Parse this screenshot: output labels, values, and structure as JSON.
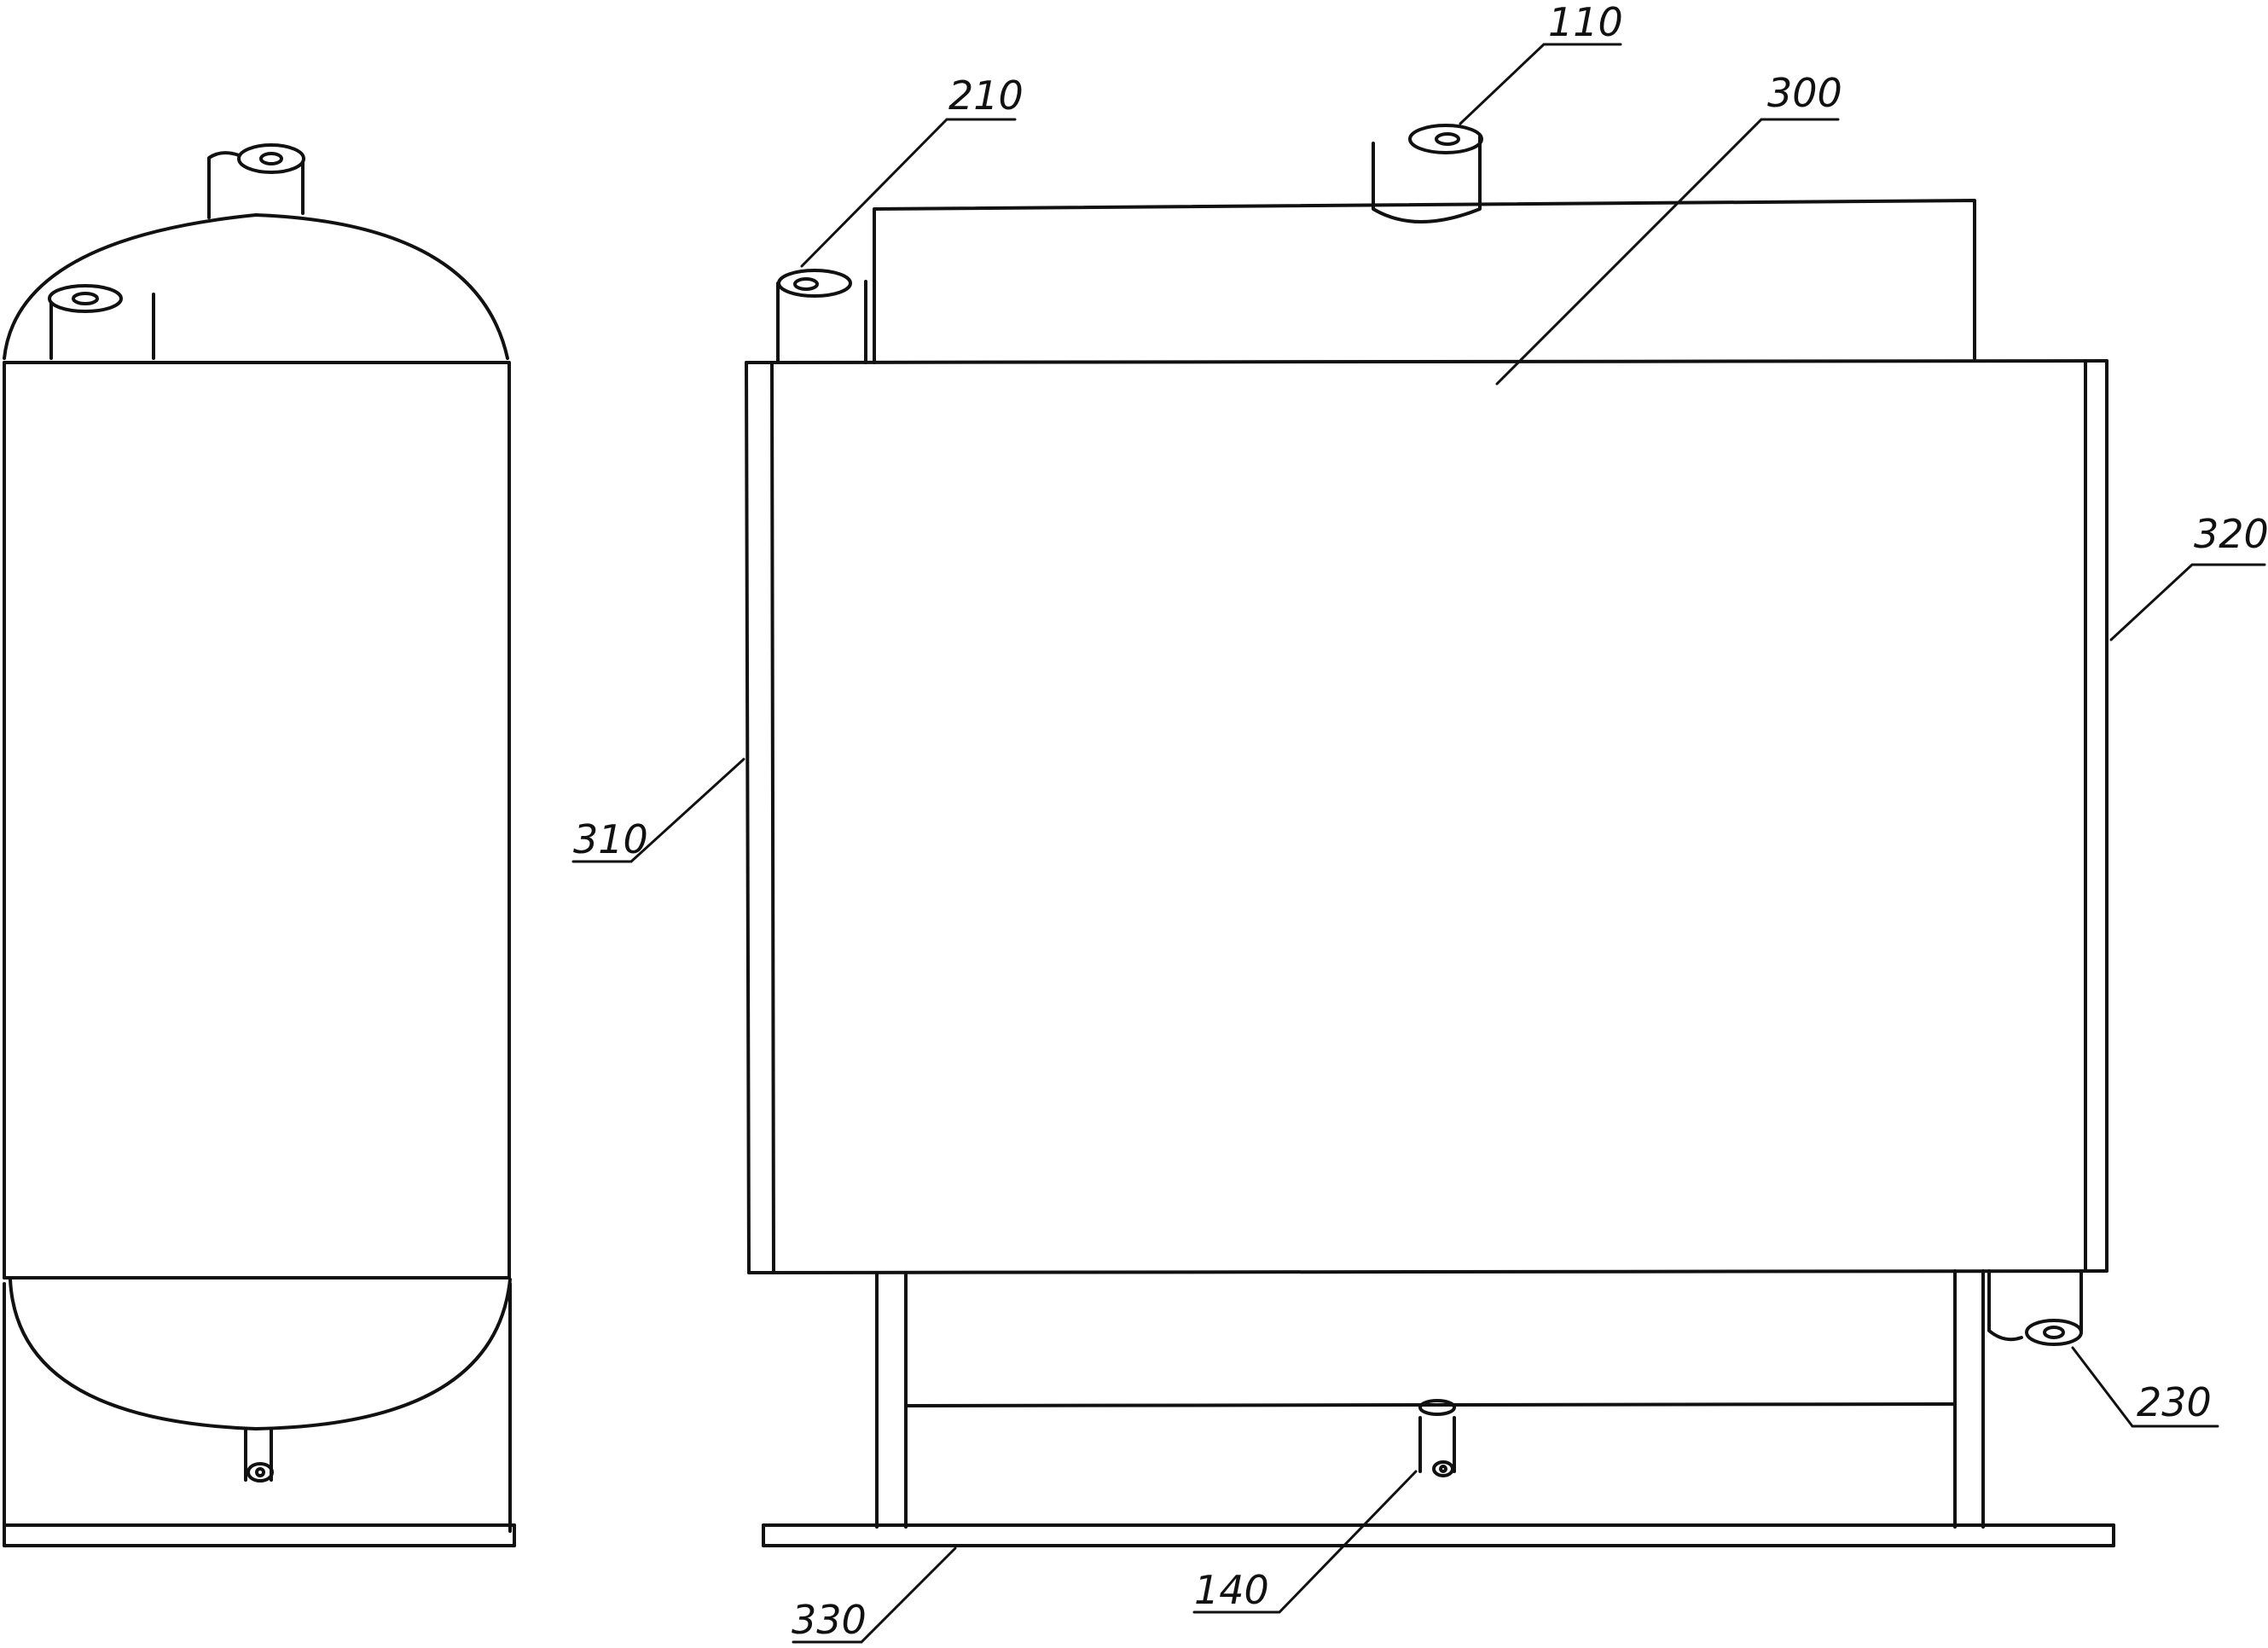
{
  "labels": {
    "l110": "110",
    "l210": "210",
    "l300": "300",
    "l320": "320",
    "l310": "310",
    "l230": "230",
    "l140": "140",
    "l330": "330"
  }
}
